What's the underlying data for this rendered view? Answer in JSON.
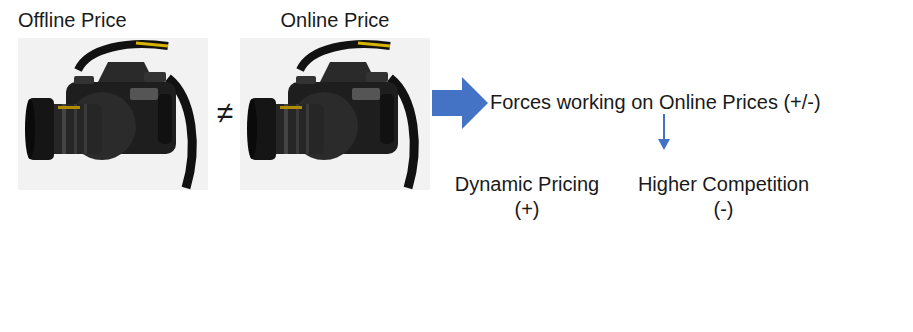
{
  "diagram": {
    "labels": [
      "Offline Price",
      "Online Price",
      "≠",
      "Forces working on Online Prices (+/-)",
      "Dynamic Pricing (+)",
      "Higher Competition (-)"
    ]
  }
}
